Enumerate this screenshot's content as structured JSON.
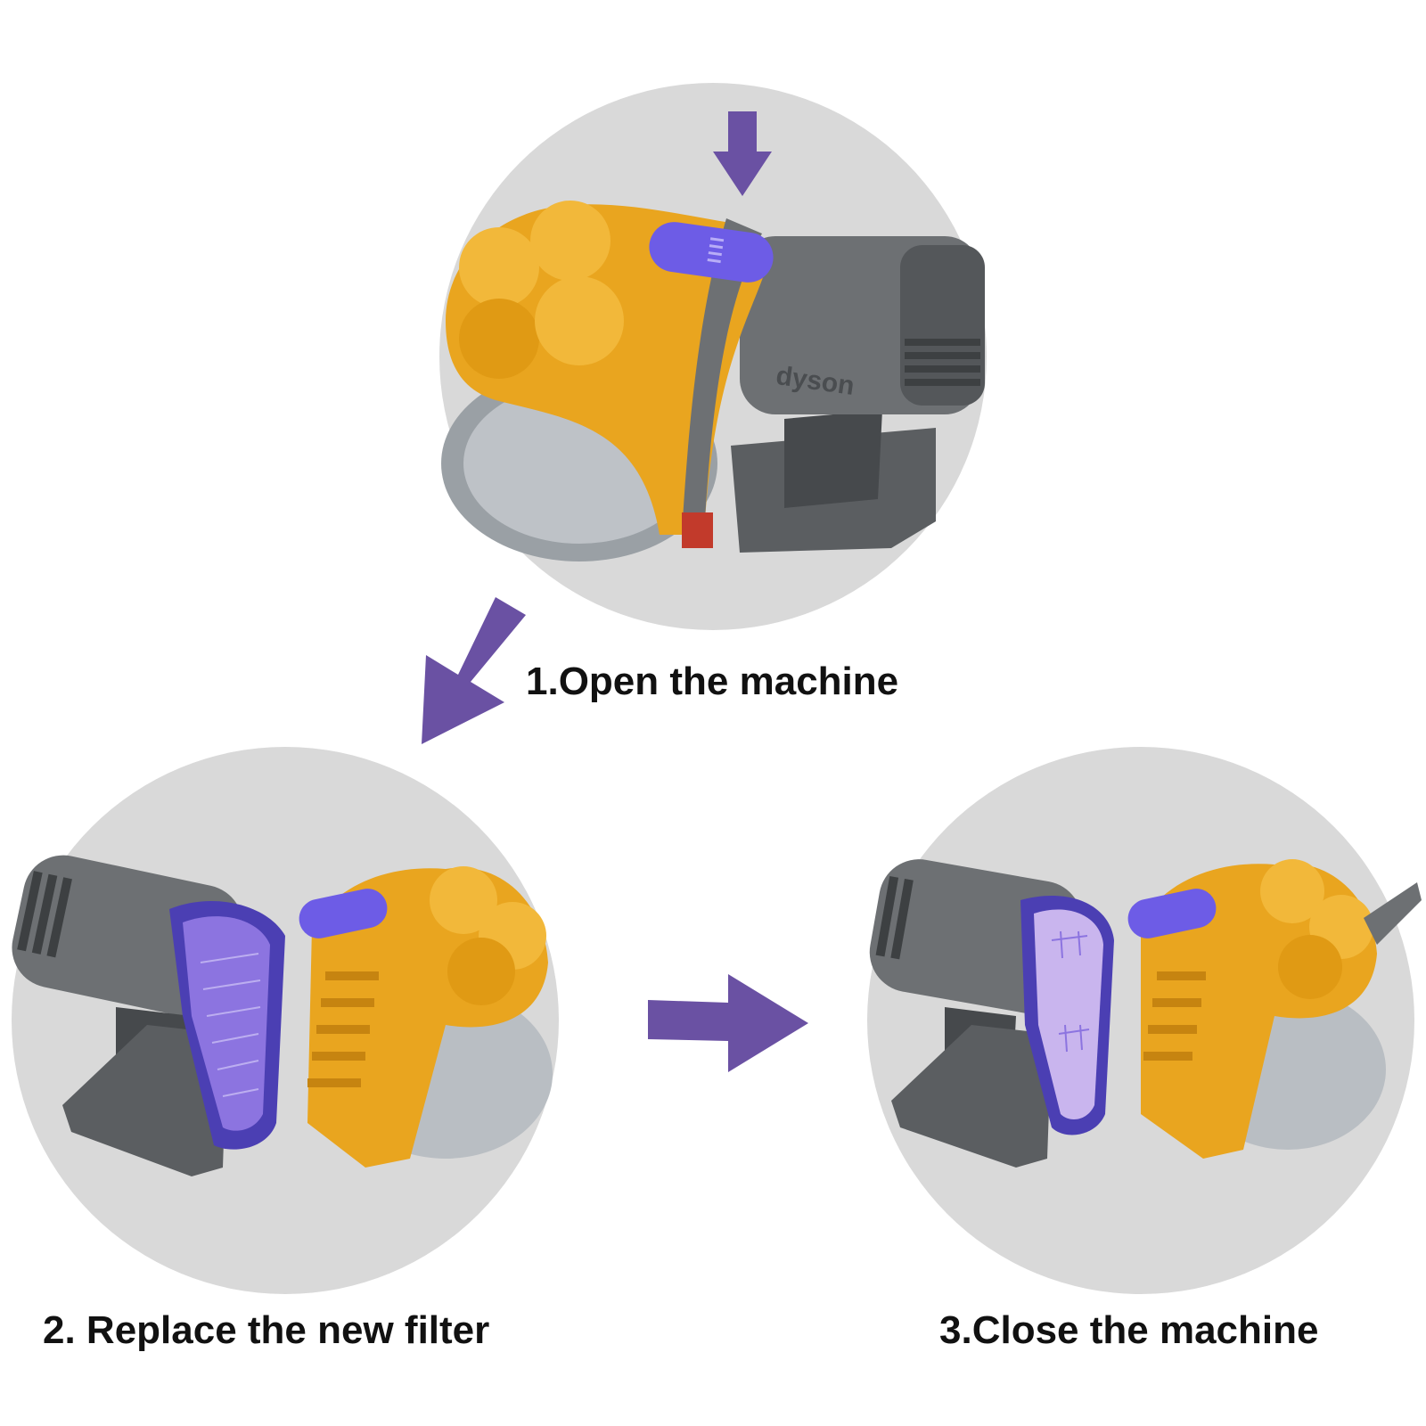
{
  "steps": [
    {
      "label": "1.Open the machine"
    },
    {
      "label": "2. Replace the new filter"
    },
    {
      "label": "3.Close the machine"
    }
  ],
  "brand_mark": "dyson",
  "colors": {
    "background": "#ffffff",
    "circle": "#d9d9d9",
    "arrow": "#6a51a3",
    "body_yellow": "#e9a51f",
    "body_gray": "#6d7073",
    "latch_purple": "#6d5ce6",
    "filter_purple": "#8c74e0"
  },
  "icons": [
    "down-arrow-icon",
    "diagonal-arrow-icon",
    "right-arrow-icon"
  ]
}
